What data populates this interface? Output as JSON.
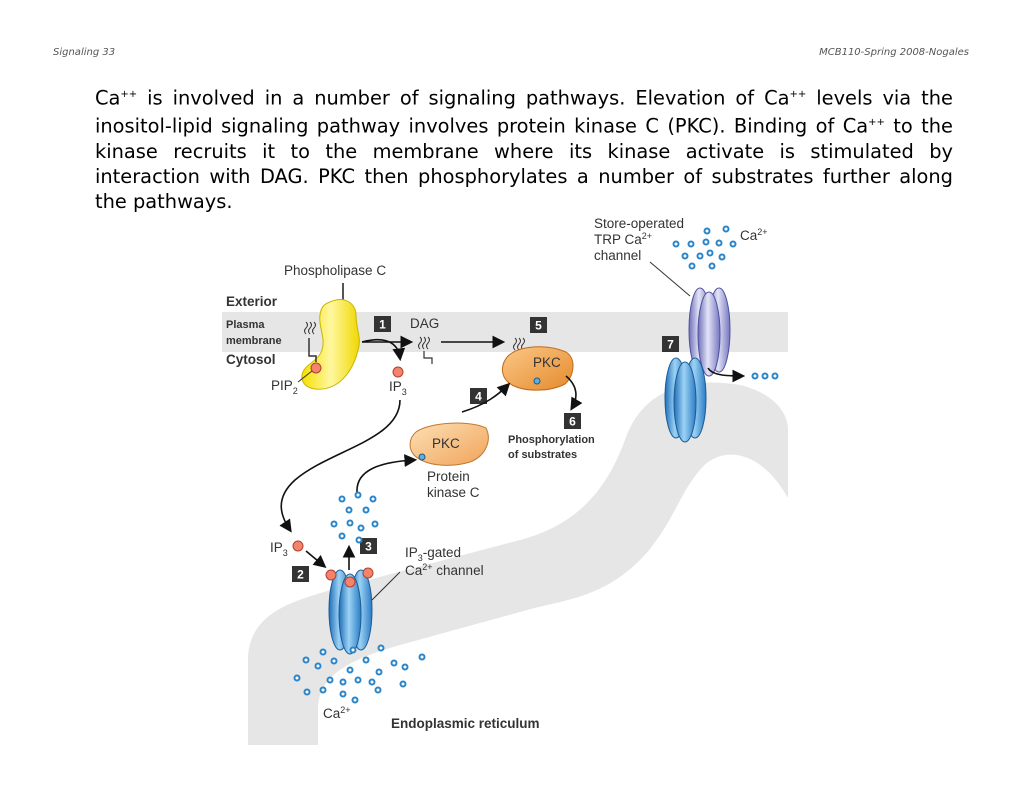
{
  "header": {
    "left": "Signaling 33",
    "right": "MCB110-Spring 2008-Nogales"
  },
  "body": {
    "s1": "Ca",
    "s1_sup": "++",
    "s2": " is involved in a number of signaling pathways. Elevation of Ca",
    "s2_sup": "++",
    "s3": " levels via the inositol-lipid signaling pathway involves protein kinase C (PKC). Binding of Ca",
    "s3_sup": "++",
    "s4": " to the kinase recruits it to the membrane where its kinase activate is stimulated by interaction with DAG. PKC then phosphorylates a number of substrates further along the pathways."
  },
  "figure": {
    "exterior": "Exterior",
    "plasma": "Plasma",
    "membrane": "membrane",
    "cytosol": "Cytosol",
    "phospholipase": "Phospholipase C",
    "pip": "PIP",
    "pip_sub": "2",
    "dag": "DAG",
    "ip3": "IP",
    "ip3_sub": "3",
    "ip3b": "IP",
    "ip3b_sub": "3",
    "pkc_membrane": "PKC",
    "pkc_cyto": "PKC",
    "protein": "Protein",
    "kinase_c": "kinase C",
    "phosphorylation": "Phosphorylation",
    "of_substrates": "of substrates",
    "ip3_gated_a": "IP",
    "ip3_gated_sub": "3",
    "ip3_gated_b": "-gated",
    "ca_channel_a": "Ca",
    "ca_channel_sup": "2+",
    "ca_channel_b": " channel",
    "store_operated": "Store-operated",
    "trp_ca": "TRP Ca",
    "trp_ca_sup": "2+",
    "channel": "channel",
    "ca_top": "Ca",
    "ca_top_sup": "2+",
    "ca_bottom": "Ca",
    "ca_bottom_sup": "2+",
    "er": "Endoplasmic reticulum",
    "steps": [
      "1",
      "2",
      "3",
      "4",
      "5",
      "6",
      "7"
    ]
  }
}
